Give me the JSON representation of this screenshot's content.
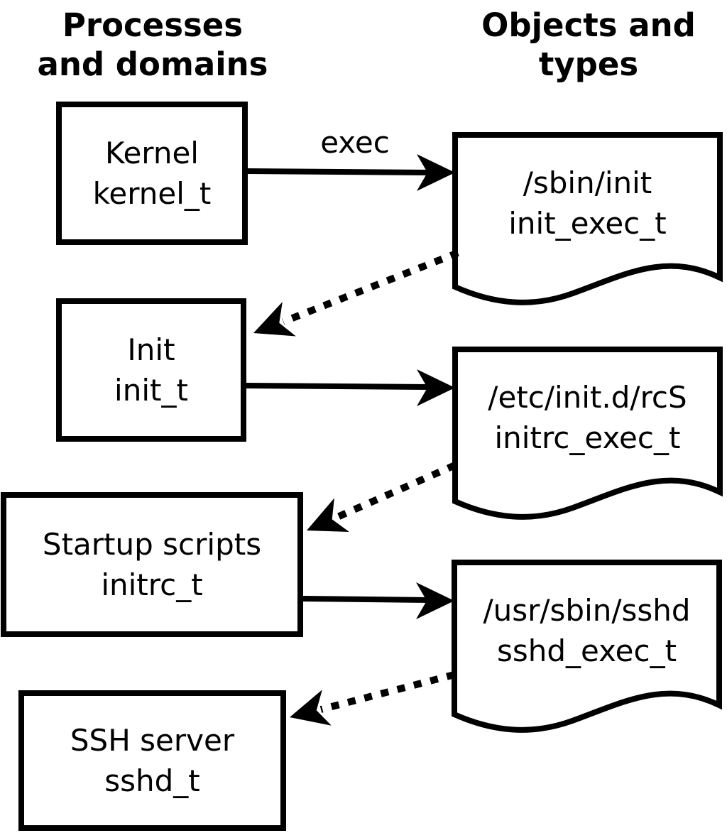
{
  "headers": {
    "left": {
      "line1": "Processes",
      "line2": "and domains"
    },
    "right": {
      "line1": "Objects and",
      "line2": "types"
    }
  },
  "processes": [
    {
      "name": "Kernel",
      "domain": "kernel_t"
    },
    {
      "name": "Init",
      "domain": "init_t"
    },
    {
      "name": "Startup scripts",
      "domain": "initrc_t"
    },
    {
      "name": "SSH server",
      "domain": "sshd_t"
    }
  ],
  "objects": [
    {
      "path": "/sbin/init",
      "type": "init_exec_t"
    },
    {
      "path": "/etc/init.d/rcS",
      "type": "initrc_exec_t"
    },
    {
      "path": "/usr/sbin/sshd",
      "type": "sshd_exec_t"
    }
  ],
  "arrows": {
    "exec_label": "exec",
    "solid_edges": [
      {
        "from": "kernel_t",
        "to": "/sbin/init",
        "label": "exec"
      },
      {
        "from": "init_t",
        "to": "/etc/init.d/rcS",
        "label": ""
      },
      {
        "from": "initrc_t",
        "to": "/usr/sbin/sshd",
        "label": ""
      }
    ],
    "dotted_edges": [
      {
        "from": "/sbin/init",
        "to": "init_t"
      },
      {
        "from": "/etc/init.d/rcS",
        "to": "initrc_t"
      },
      {
        "from": "/usr/sbin/sshd",
        "to": "sshd_t"
      }
    ]
  },
  "colors": {
    "ink": "#000000",
    "background": "#ffffff"
  }
}
